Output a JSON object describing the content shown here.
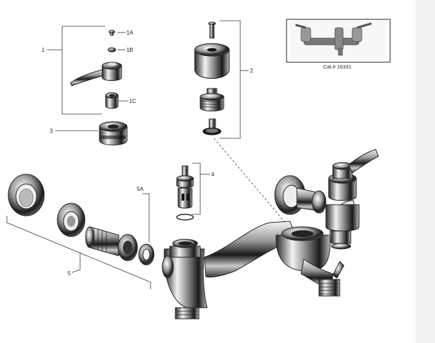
{
  "labels": {
    "p1": "1",
    "p1a": "1A",
    "p1b": "1B",
    "p1c": "1C",
    "p2": "2",
    "p3": "3",
    "p4": "4",
    "p5": "5",
    "p5a": "5A"
  },
  "inset": {
    "caption": "Cat.# 16331"
  },
  "colors": {
    "chrome_dark": "#1a1a1a",
    "chrome_mid": "#8a8a8a",
    "chrome_light": "#f4f4f4",
    "leader": "#333333",
    "strip": "#f3f3f3"
  }
}
